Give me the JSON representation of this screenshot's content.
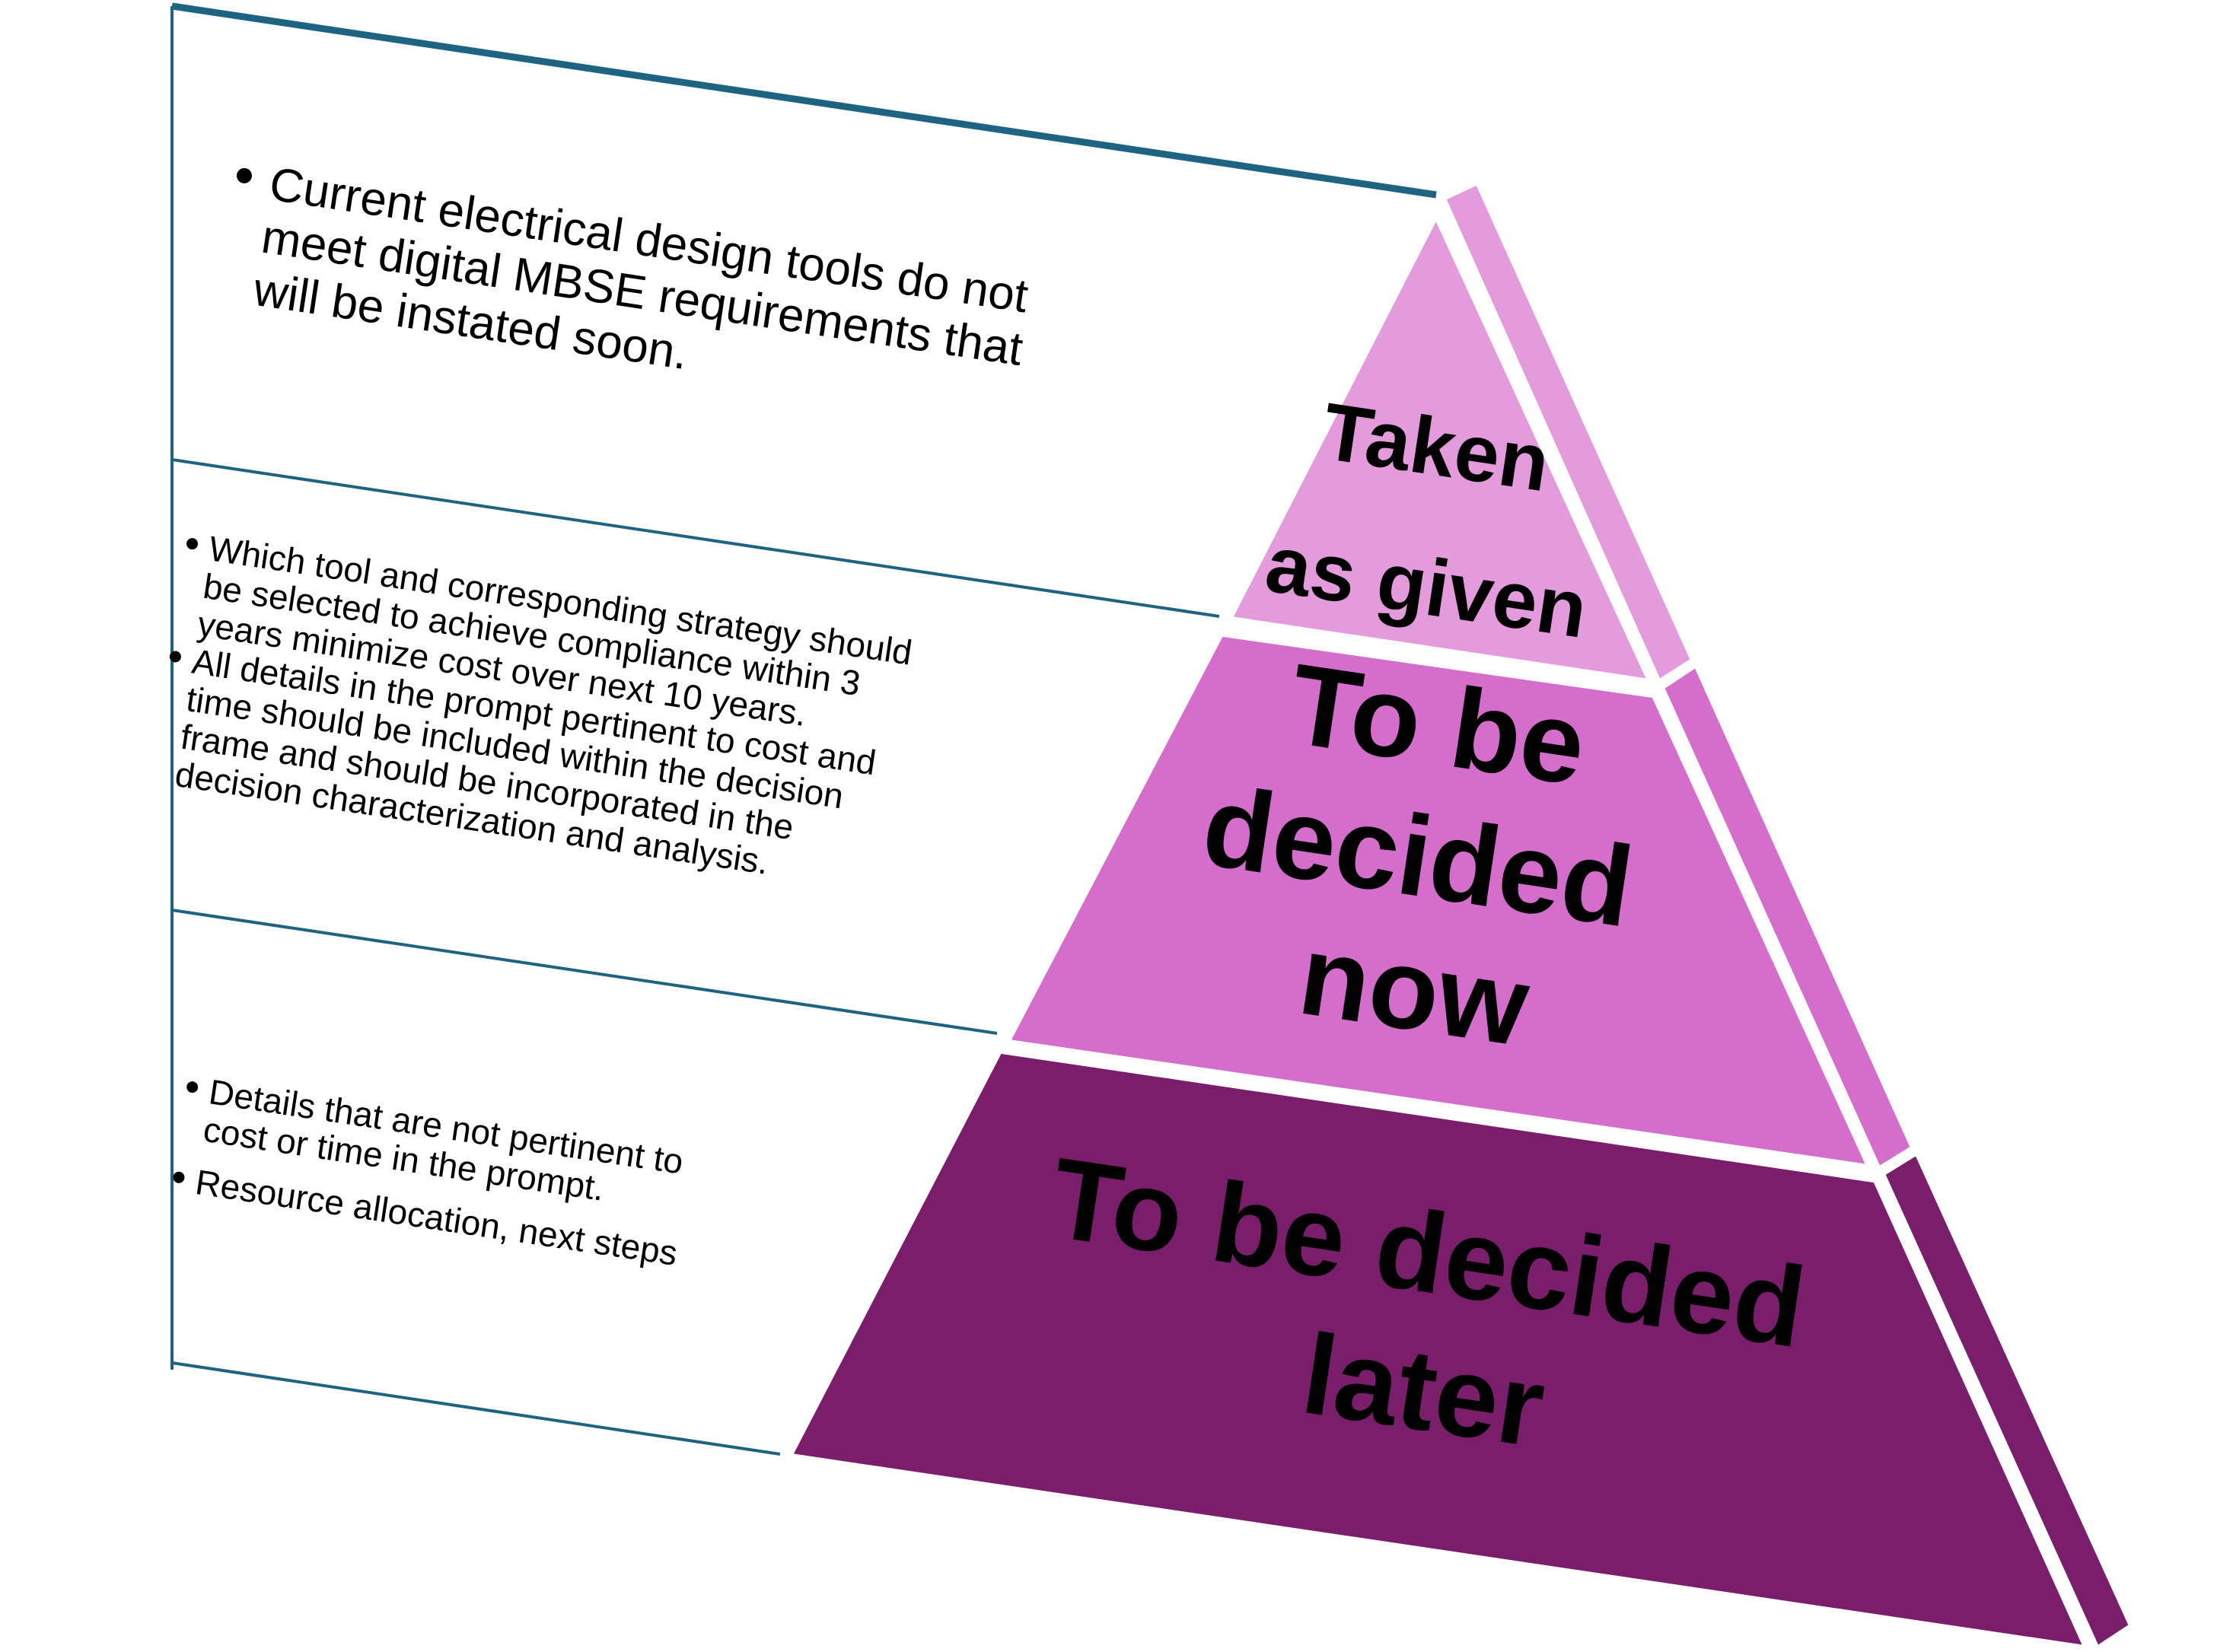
{
  "colors": {
    "frame_line": "#1f6383",
    "tier_top": "#e39bdb",
    "tier_top_side": "#e39bdb",
    "tier_middle": "#d46dcb",
    "tier_middle_side": "#d46dcb",
    "tier_bottom": "#7a1e6c",
    "tier_bottom_side": "#7a1e6c",
    "separator": "#ffffff",
    "text": "#000000"
  },
  "tiers": {
    "top": {
      "label_lines": [
        "Taken",
        "as given"
      ],
      "bullets": [
        {
          "lines": [
            "Current electrical design tools do not",
            "meet digital MBSE requirements that",
            "will be instated soon."
          ]
        }
      ]
    },
    "middle": {
      "label_lines": [
        "To be",
        "decided",
        "now"
      ],
      "bullets": [
        {
          "lines": [
            "Which tool and corresponding strategy should",
            "be selected to achieve compliance within 3",
            "years minimize cost over next 10 years."
          ]
        },
        {
          "lines": [
            "All details in the prompt pertinent to cost and",
            "time should be included within the decision",
            "frame and should be incorporated in the",
            "decision characterization and analysis."
          ]
        }
      ]
    },
    "bottom": {
      "label_lines": [
        "To be decided",
        "later"
      ],
      "bullets": [
        {
          "lines": [
            "Details that are not pertinent to",
            "cost or time in the prompt."
          ]
        },
        {
          "lines": [
            "Resource allocation, next steps"
          ]
        }
      ]
    }
  }
}
